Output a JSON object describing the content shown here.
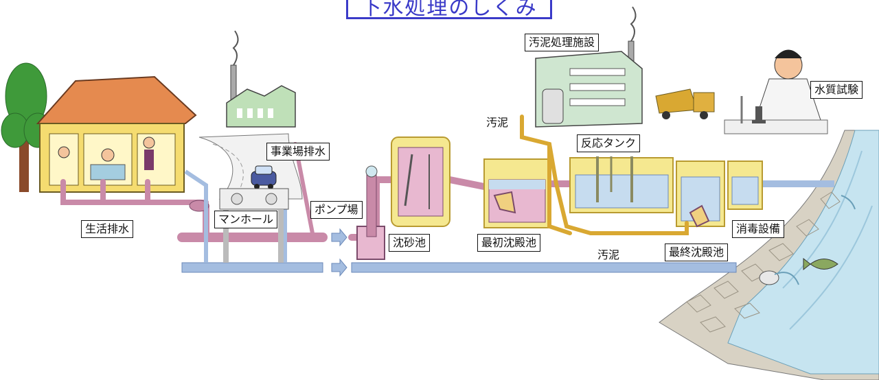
{
  "title": "下水処理のしくみ",
  "labels": {
    "sludge_facility": "汚泥処理施設",
    "water_test": "水質試験",
    "business_drainage": "事業場排水",
    "reaction_tank": "反応タンク",
    "pump_station": "ポンプ場",
    "household_drainage": "生活排水",
    "manhole": "マンホール",
    "grit_chamber": "沈砂池",
    "primary_sedimentation": "最初沈殿池",
    "final_sedimentation": "最終沈殿池",
    "disinfection": "消毒設備",
    "sludge_top": "汚泥",
    "sludge_bottom": "汚泥"
  },
  "colors": {
    "title": "#3a3ac8",
    "sewage_pipe": "#c98aa8",
    "rain_pipe": "#a4bde0",
    "sludge_pipe": "#d9a832",
    "building_roof": "#e58a4f",
    "building_wall": "#f5dc70",
    "river": "#c6e4f0",
    "tree": "#3f9a3a"
  },
  "icons": [
    "house",
    "tree",
    "factory",
    "car",
    "sludge-building",
    "dump-truck",
    "scientist",
    "microscope",
    "fish",
    "pump-arrow-icon"
  ]
}
